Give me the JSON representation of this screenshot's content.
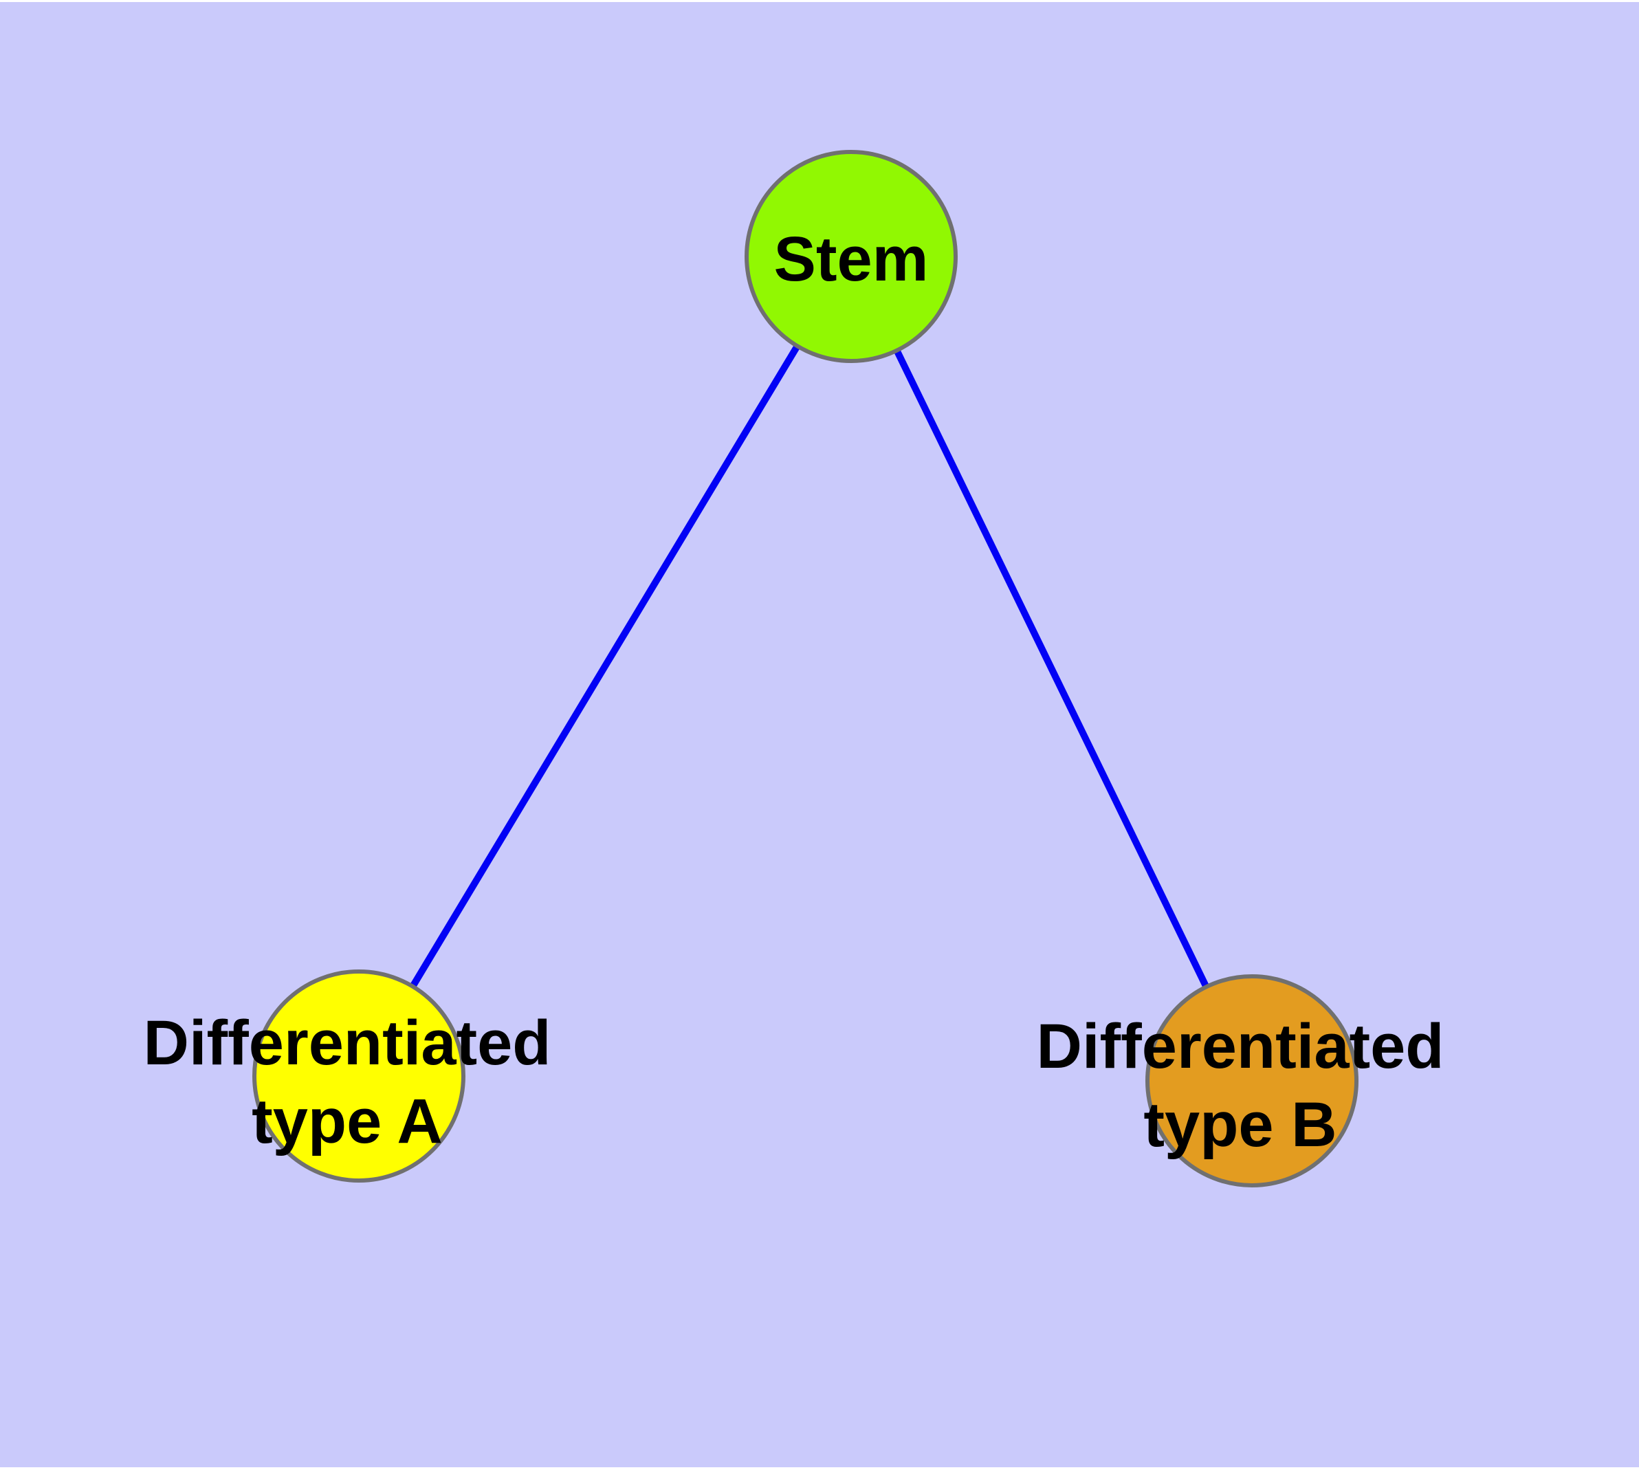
{
  "figure": {
    "type": "node-link-diagram",
    "description": "Cell differentiation graph: a stem node linked to two differentiated cell type nodes",
    "background_color": "#CACAFB",
    "margin_color": "#FFFFFF",
    "edge_color": "#0202F5",
    "node_border_color": "#707070",
    "text_color": "#000000",
    "nodes": [
      {
        "id": "stem",
        "label": "Stem",
        "lines": {
          "0": "Stem"
        },
        "fill": "#91F802"
      },
      {
        "id": "differentiated-type-a",
        "label": "Differentiated type A",
        "lines": {
          "0": "Differentiated",
          "1": "type A"
        },
        "fill": "#FFFF00"
      },
      {
        "id": "differentiated-type-b",
        "label": "Differentiated type B",
        "lines": {
          "0": "Differentiated",
          "1": "type B"
        },
        "fill": "#E39C20"
      }
    ],
    "edges": [
      {
        "from": "stem",
        "to": "differentiated-type-a"
      },
      {
        "from": "stem",
        "to": "differentiated-type-b"
      }
    ]
  }
}
